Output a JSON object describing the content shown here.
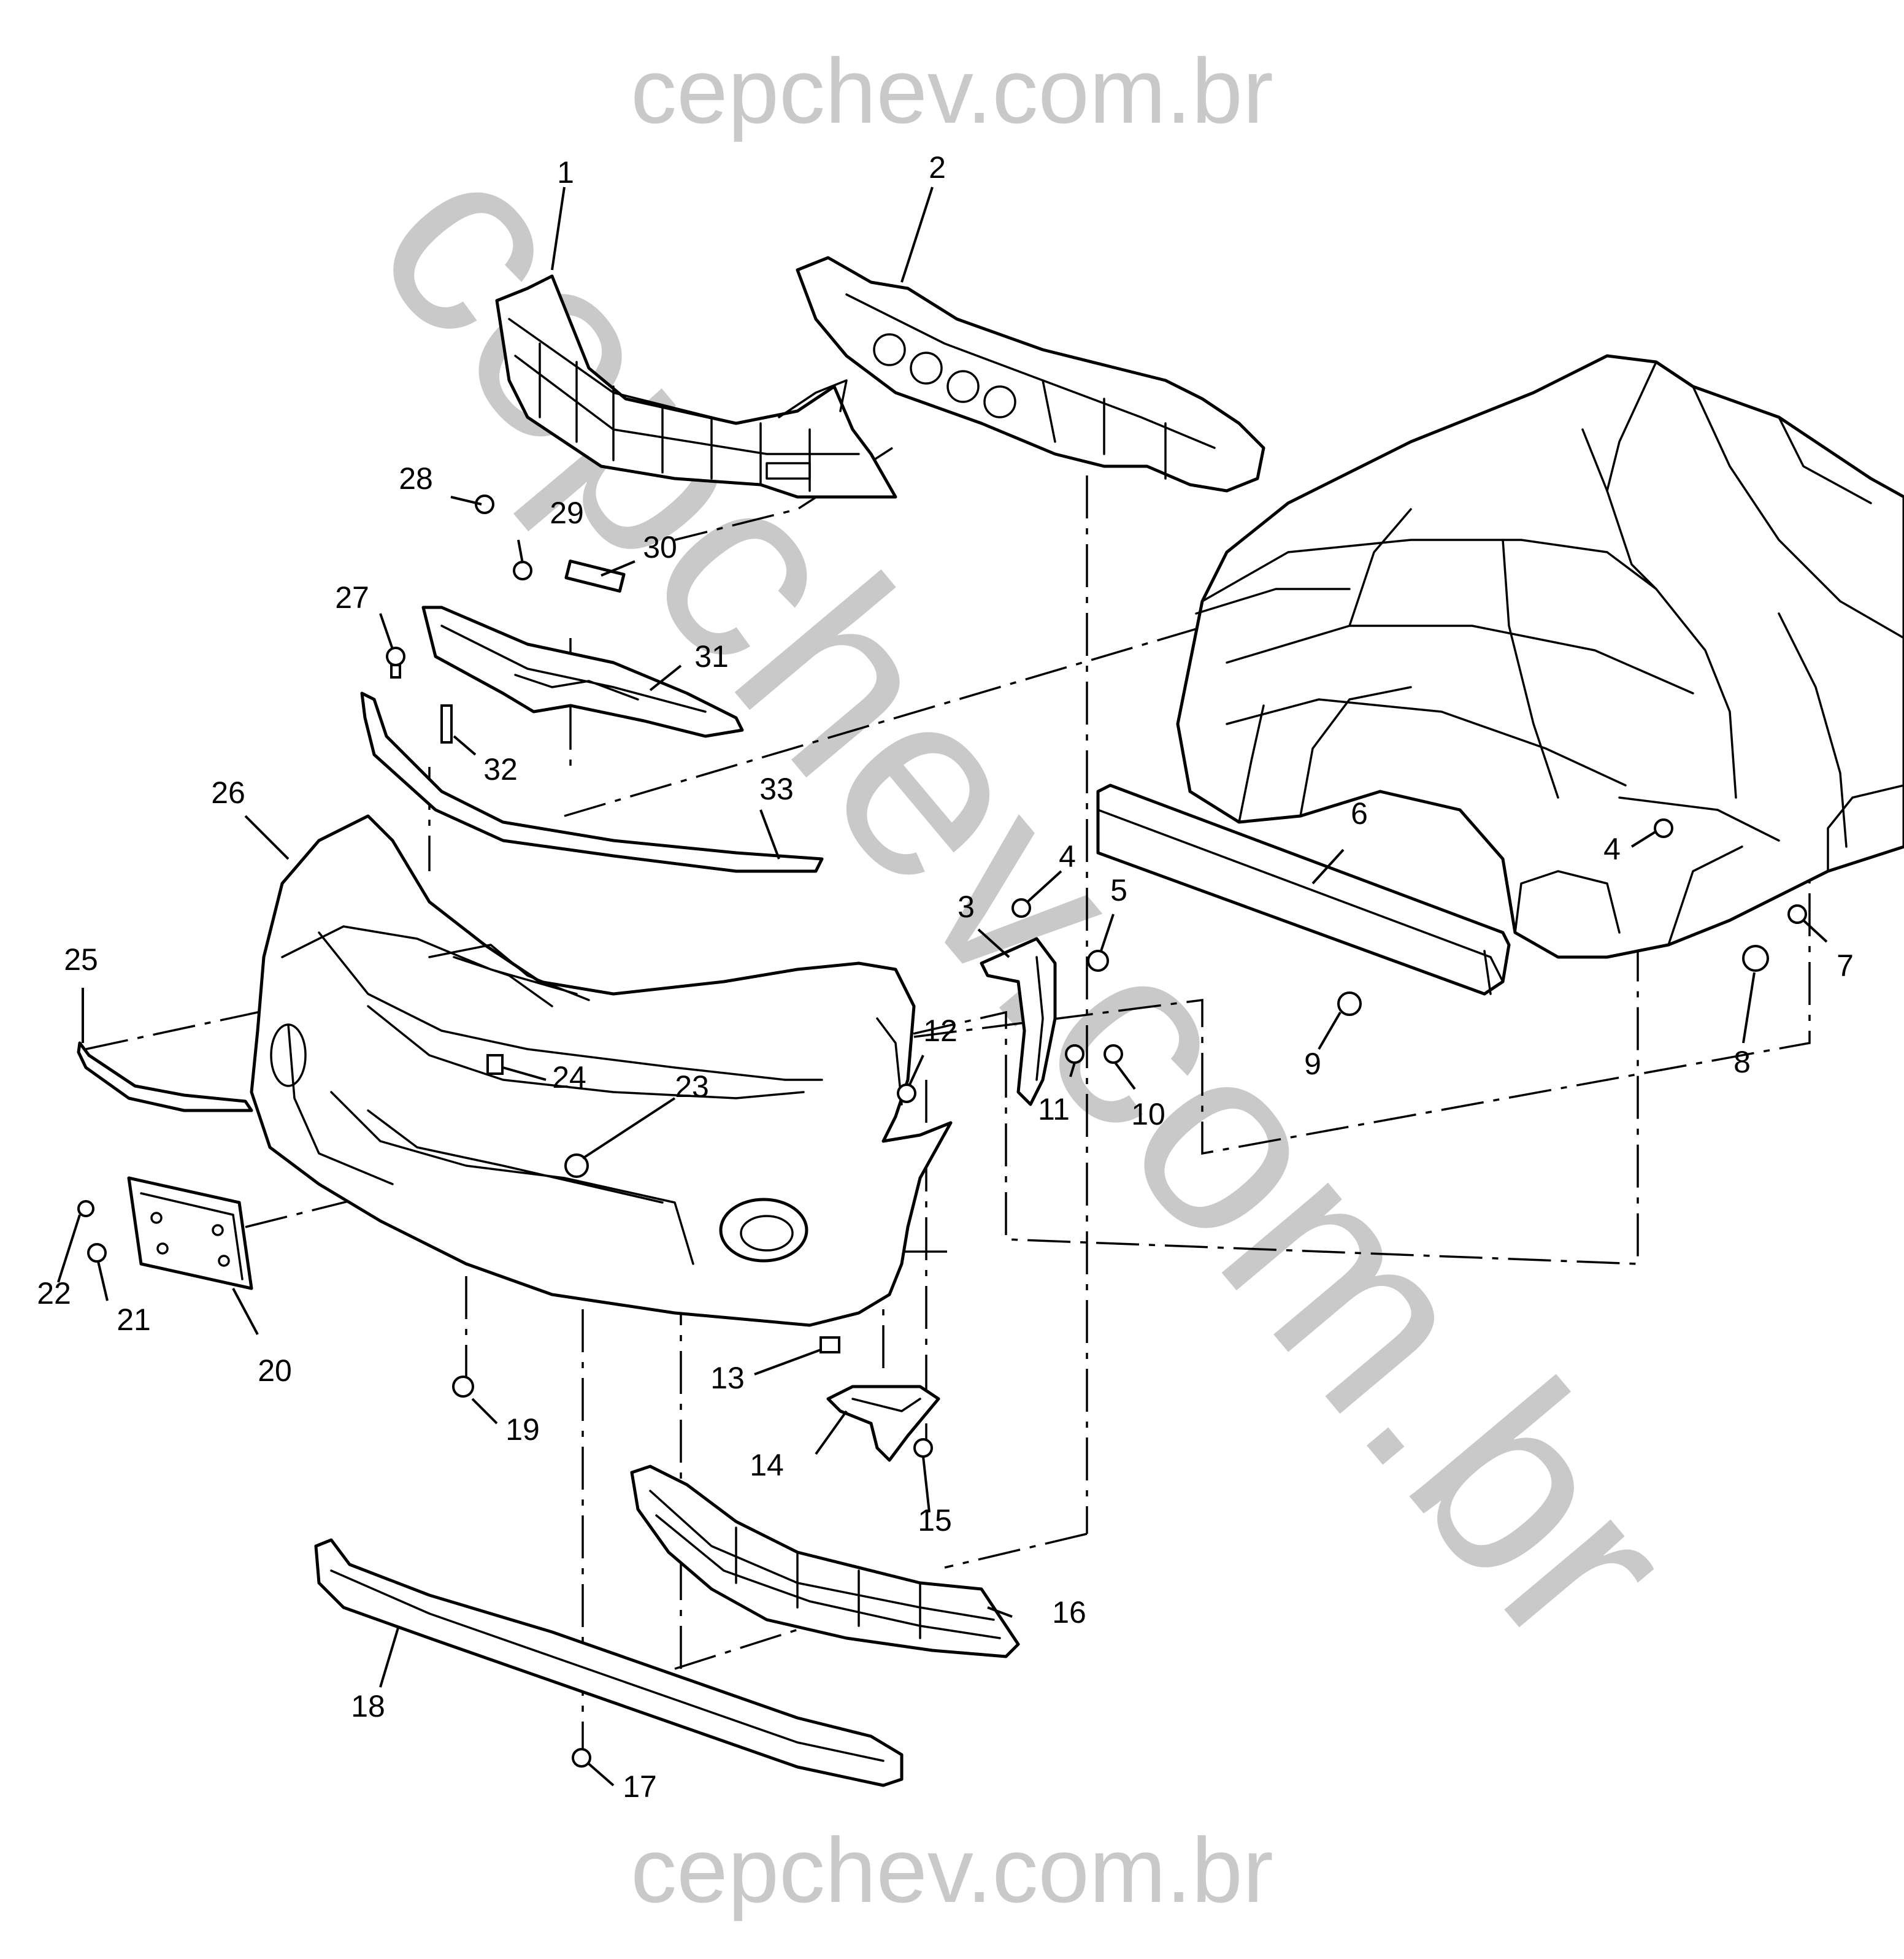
{
  "watermark": {
    "header": "cepchev.com.br",
    "footer": "cepchev.com.br",
    "diagonal": "cepchev.com.br",
    "color": "#c9c9c9"
  },
  "callouts": [
    "1",
    "2",
    "3",
    "4",
    "4",
    "5",
    "6",
    "7",
    "8",
    "9",
    "10",
    "11",
    "12",
    "13",
    "14",
    "15",
    "16",
    "17",
    "18",
    "19",
    "20",
    "21",
    "22",
    "23",
    "24",
    "25",
    "26",
    "27",
    "28",
    "29",
    "30",
    "31",
    "32",
    "33"
  ],
  "colors": {
    "ink": "#000000",
    "paper": "#ffffff",
    "watermark": "#c9c9c9"
  }
}
